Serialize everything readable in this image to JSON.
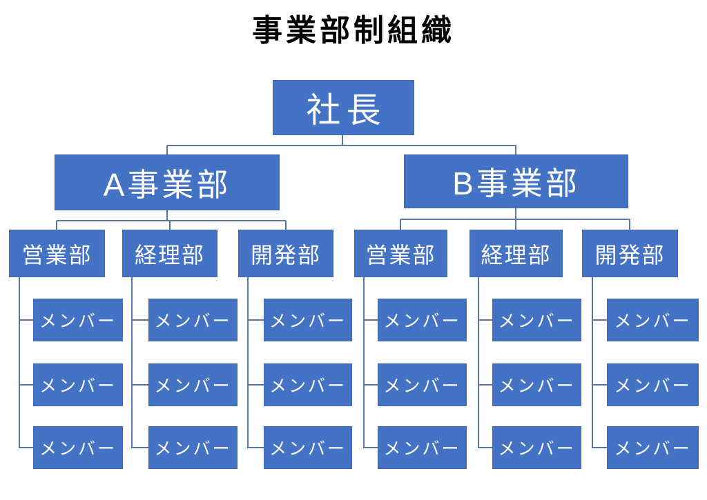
{
  "title": "事業部制組織",
  "colors": {
    "box_fill": "#4472C4",
    "box_border": "#3E68B0",
    "connector": "#5B74A8",
    "box_text": "#FFFFFF",
    "title_text": "#000000"
  },
  "org": {
    "president": "社長",
    "divisions": [
      {
        "name": "A事業部",
        "departments": [
          {
            "name": "営業部",
            "members": [
              "メンバー",
              "メンバー",
              "メンバー"
            ]
          },
          {
            "name": "経理部",
            "members": [
              "メンバー",
              "メンバー",
              "メンバー"
            ]
          },
          {
            "name": "開発部",
            "members": [
              "メンバー",
              "メンバー",
              "メンバー"
            ]
          }
        ]
      },
      {
        "name": "B事業部",
        "departments": [
          {
            "name": "営業部",
            "members": [
              "メンバー",
              "メンバー",
              "メンバー"
            ]
          },
          {
            "name": "経理部",
            "members": [
              "メンバー",
              "メンバー",
              "メンバー"
            ]
          },
          {
            "name": "開発部",
            "members": [
              "メンバー",
              "メンバー",
              "メンバー"
            ]
          }
        ]
      }
    ]
  }
}
